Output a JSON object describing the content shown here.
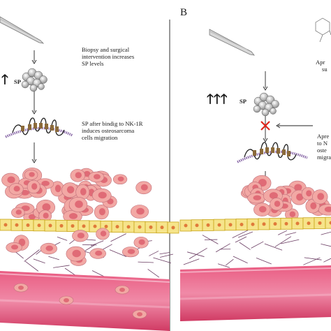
{
  "panels": [
    {
      "letter": "",
      "sp_label": "SP",
      "sp_arrows": "🡑",
      "caption_1": [
        "Biopsy and surgical",
        "intervention increases",
        "SP levels"
      ],
      "caption_2": [
        "SP after bindig to NK-1R",
        "induces osteosarcoma",
        "cells migration"
      ]
    },
    {
      "letter": "B",
      "sp_label": "SP",
      "sp_arrows": "🡑🡑🡑",
      "caption_1": [
        "Apr",
        "su"
      ],
      "caption_2": [
        "Apre",
        "to N",
        "oste",
        "migra"
      ]
    }
  ],
  "colors": {
    "tumor_fill": "#f2a8a4",
    "tumor_nucleus": "#e06b76",
    "vessel": "#d94a6e",
    "vessel_light": "#f6b3c6",
    "epithelium": "#f6e48a",
    "epithelium_border": "#c8a51a",
    "blocker": "#e0251b"
  }
}
